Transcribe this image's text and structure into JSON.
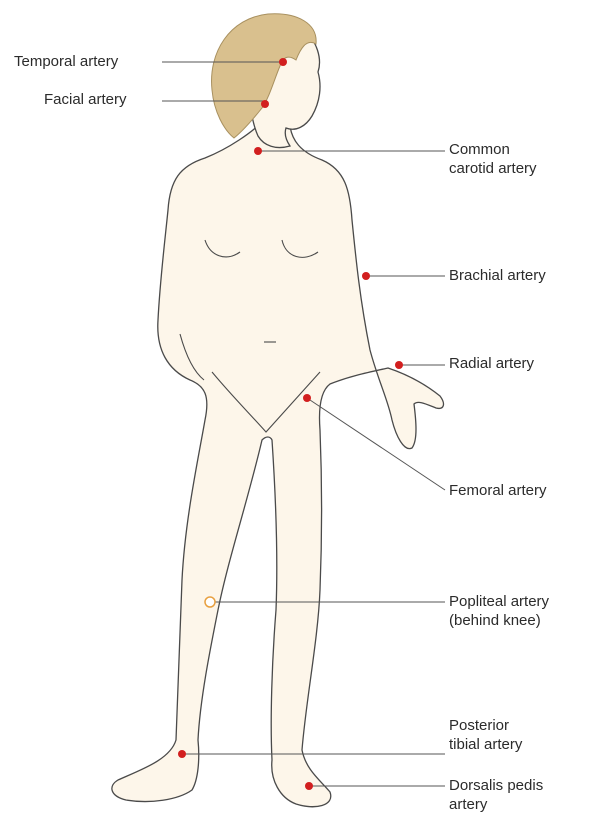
{
  "diagram": {
    "colors": {
      "skin": "#fdf6ea",
      "outline": "#4a4a4a",
      "hair": "#d9c08e",
      "pulse_point": "#d21f1f",
      "leader_line": "#555555"
    },
    "labels": {
      "temporal": "Temporal artery",
      "facial": "Facial artery",
      "carotid_1": "Common",
      "carotid_2": "carotid artery",
      "brachial": "Brachial artery",
      "radial": "Radial artery",
      "femoral": "Femoral artery",
      "popliteal_1": "Popliteal artery",
      "popliteal_2": "(behind knee)",
      "tibial_1": "Posterior",
      "tibial_2": "tibial artery",
      "dorsalis_1": "Dorsalis pedis",
      "dorsalis_2": "artery"
    }
  }
}
